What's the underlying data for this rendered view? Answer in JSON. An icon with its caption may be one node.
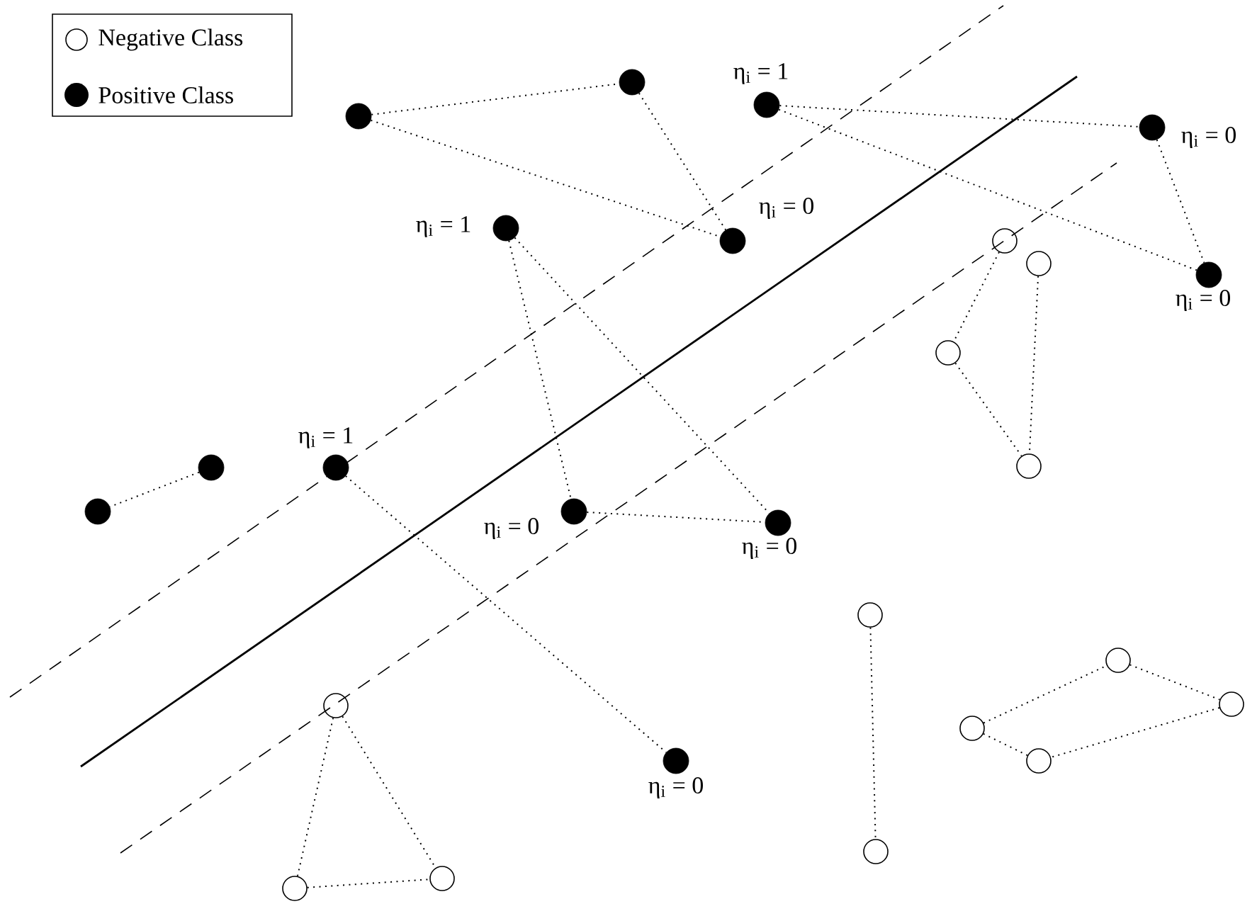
{
  "diagram": {
    "nodes": [
      {
        "text": [],
        "shape": "dot"
      },
      {
        "text": [],
        "shape": "dot"
      },
      {
        "text": [],
        "shape": "dot",
        "beside": [
          "η$_{i}$ = 0"
        ]
      },
      {
        "text": [],
        "shape": "dot",
        "beside": [
          "η$_{i}$ = 1"
        ]
      },
      {
        "text": [],
        "shape": "dot",
        "beside": [
          "η$_{i}$ = 0"
        ]
      },
      {
        "text": [],
        "shape": "dot",
        "beside": [
          "η$_{i}$ = 0"
        ]
      },
      {
        "text": [],
        "shape": "dot",
        "beside": [
          "η$_{i}$ = 1"
        ]
      },
      {
        "text": [],
        "shape": "dot",
        "beside": [
          "η$_{i}$ = 0"
        ]
      },
      {
        "text": [],
        "shape": "dot",
        "beside": [
          "η$_{i}$ = 0"
        ]
      },
      {
        "text": [],
        "shape": "dot",
        "beside": [
          "η$_{i}$ = 1"
        ]
      },
      {
        "text": [],
        "shape": "dot"
      },
      {
        "text": [],
        "shape": "dot"
      },
      {
        "text": [],
        "shape": "dot",
        "beside": [
          "η$_{i}$ = 0"
        ]
      },
      {
        "text": [],
        "shape": "circle"
      },
      {
        "text": [],
        "shape": "circle"
      },
      {
        "text": [],
        "shape": "circle"
      },
      {
        "text": [],
        "shape": "circle"
      },
      {
        "text": [],
        "shape": "circle"
      },
      {
        "text": [],
        "shape": "circle"
      },
      {
        "text": [],
        "shape": "circle"
      },
      {
        "text": [],
        "shape": "circle"
      },
      {
        "text": [],
        "shape": "circle"
      },
      {
        "text": [],
        "shape": "circle"
      },
      {
        "text": [],
        "shape": "circle"
      },
      {
        "text": [],
        "shape": "circle"
      },
      {
        "text": [],
        "shape": "circle"
      }
    ],
    "edges": [
      {
        "from": 0,
        "to": 1,
        "arrow": "none"
      },
      {
        "from": 0,
        "to": 2,
        "arrow": "none"
      },
      {
        "from": 1,
        "to": 2,
        "arrow": "none"
      },
      {
        "from": 3,
        "to": 4,
        "arrow": "none"
      },
      {
        "from": 3,
        "to": 5,
        "arrow": "none"
      },
      {
        "from": 4,
        "to": 5,
        "arrow": "none"
      },
      {
        "from": 6,
        "to": 7,
        "arrow": "none"
      },
      {
        "from": 6,
        "to": 8,
        "arrow": "none"
      },
      {
        "from": 7,
        "to": 8,
        "arrow": "none"
      },
      {
        "from": 9,
        "to": 12,
        "arrow": "none"
      },
      {
        "from": 10,
        "to": 11,
        "arrow": "none"
      },
      {
        "from": 13,
        "to": 15,
        "arrow": "none"
      },
      {
        "from": 15,
        "to": 16,
        "arrow": "none"
      },
      {
        "from": 14,
        "to": 16,
        "arrow": "none"
      },
      {
        "from": 17,
        "to": 18,
        "arrow": "none"
      },
      {
        "from": 17,
        "to": 19,
        "arrow": "none"
      },
      {
        "from": 18,
        "to": 19,
        "arrow": "none"
      },
      {
        "from": 20,
        "to": 21,
        "arrow": "none"
      },
      {
        "from": 22,
        "to": 23,
        "arrow": "none"
      },
      {
        "from": 23,
        "to": 24,
        "arrow": "none"
      },
      {
        "from": 24,
        "to": 25,
        "arrow": "none"
      },
      {
        "from": 25,
        "to": 22,
        "arrow": "none"
      }
    ],
    "legend": [
      {
        "text": "Negative Class"
      },
      {
        "text": "Positive Class"
      }
    ]
  }
}
